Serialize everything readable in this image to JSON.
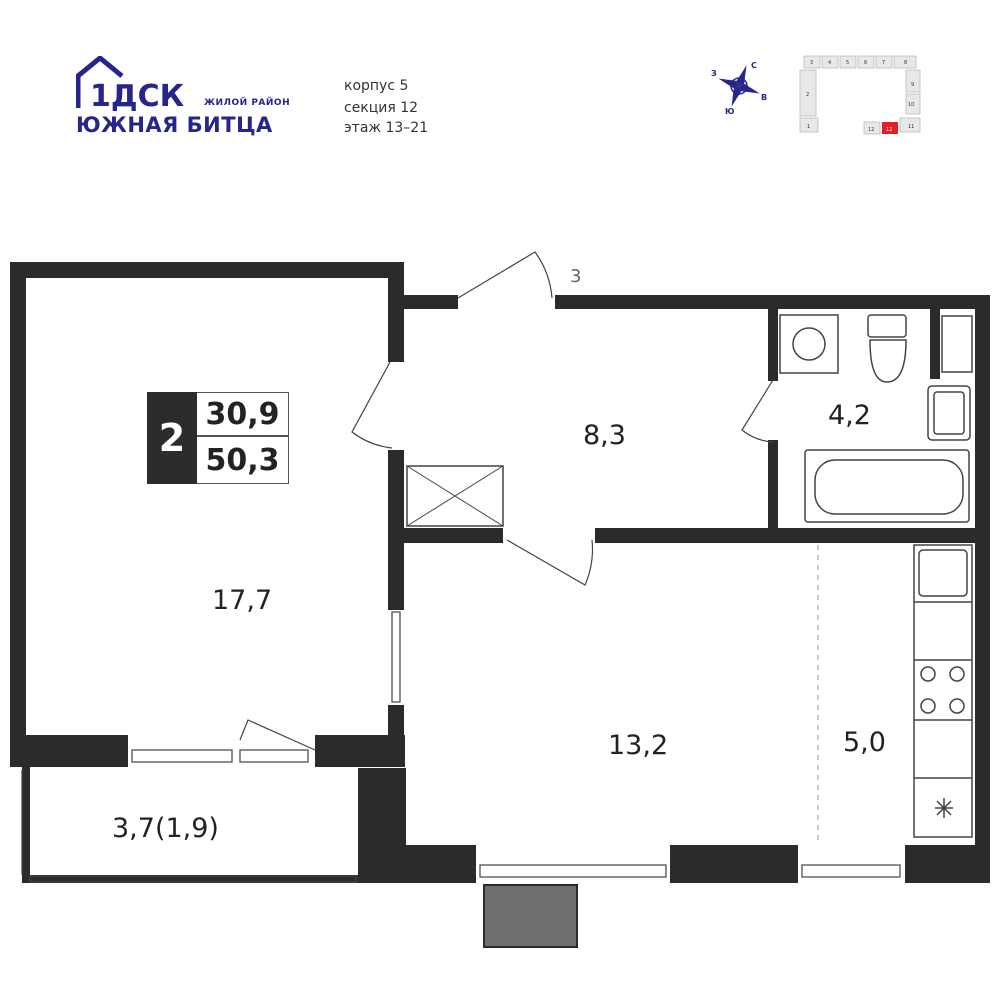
{
  "brand": {
    "logo_main": "1ДСК",
    "logo_sub": "ЖИЛОЙ РАЙОН",
    "logo_district": "ЮЖНАЯ БИТЦА"
  },
  "info": {
    "building": "корпус 5",
    "section": "секция 12",
    "floor": "этаж 13–21"
  },
  "compass": {
    "north": "С",
    "east": "В",
    "south": "Ю",
    "west": "З"
  },
  "key_plan": {
    "sections": [
      "1",
      "2",
      "3",
      "4",
      "5",
      "6",
      "7",
      "8",
      "9",
      "10",
      "11",
      "12"
    ],
    "highlighted": "12",
    "highlight_color": "#e31e24"
  },
  "apartment": {
    "rooms_count": "2",
    "living_area": "30,9",
    "total_area": "50,3"
  },
  "rooms": {
    "room1": "17,7",
    "hall": "8,3",
    "bath": "4,2",
    "living": "13,2",
    "kitchen": "5,0",
    "balcony": "3,7(1,9)"
  },
  "entrance_label": "3",
  "colors": {
    "wall": "#2b2b2b",
    "brand": "#25258a",
    "shaft": "#6e6e6e"
  }
}
